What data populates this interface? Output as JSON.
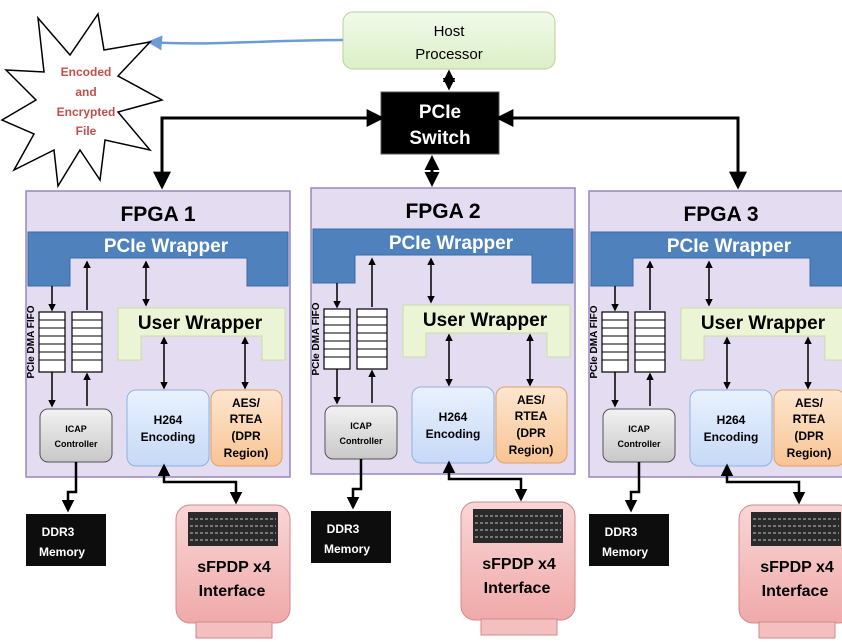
{
  "host": {
    "line1": "Host",
    "line2": "Processor"
  },
  "switch": {
    "line1": "PCIe",
    "line2": "Switch"
  },
  "encoded_file": {
    "line1": "Encoded",
    "line2": "and",
    "line3": "Encrypted",
    "line4": "File"
  },
  "fpgas": [
    {
      "title": "FPGA 1",
      "pcie_wrapper": "PCIe Wrapper",
      "user_wrapper": "User Wrapper",
      "fifo_label": "PCIe DMA FIFO",
      "icap": {
        "line1": "ICAP",
        "line2": "Controller"
      },
      "h264": {
        "line1": "H264",
        "line2": "Encoding"
      },
      "aes": {
        "line1": "AES/",
        "line2": "RTEA",
        "line3": "(DPR",
        "line4": "Region)"
      },
      "ddr": {
        "line1": "DDR3",
        "line2": "Memory"
      },
      "sfpdp": {
        "line1": "sFPDP x4",
        "line2": "Interface"
      }
    },
    {
      "title": "FPGA 2",
      "pcie_wrapper": "PCIe Wrapper",
      "user_wrapper": "User Wrapper",
      "fifo_label": "PCIe DMA FIFO",
      "icap": {
        "line1": "ICAP",
        "line2": "Controller"
      },
      "h264": {
        "line1": "H264",
        "line2": "Encoding"
      },
      "aes": {
        "line1": "AES/",
        "line2": "RTEA",
        "line3": "(DPR",
        "line4": "Region)"
      },
      "ddr": {
        "line1": "DDR3",
        "line2": "Memory"
      },
      "sfpdp": {
        "line1": "sFPDP x4",
        "line2": "Interface"
      }
    },
    {
      "title": "FPGA 3",
      "pcie_wrapper": "PCIe Wrapper",
      "user_wrapper": "User Wrapper",
      "fifo_label": "PCIe DMA FIFO",
      "icap": {
        "line1": "ICAP",
        "line2": "Controller"
      },
      "h264": {
        "line1": "H264",
        "line2": "Encoding"
      },
      "aes": {
        "line1": "AES/",
        "line2": "RTEA",
        "line3": "(DPR",
        "line4": "Region)"
      },
      "ddr": {
        "line1": "DDR3",
        "line2": "Memory"
      },
      "sfpdp": {
        "line1": "sFPDP x4",
        "line2": "Interface"
      }
    }
  ],
  "colors": {
    "fpga_fill": "#e4dcf0",
    "wrapper_blue": "#4f81bd",
    "user_green": "#ebf5d6",
    "h264_fill": "#dbe8fb",
    "aes_fill": "#fbd7b5",
    "sfpdp_fill": "#f4bfbf",
    "host_fill": "#e6f6d8",
    "star_text": "#c0504d",
    "arrow_blue": "#6d9bd3"
  }
}
